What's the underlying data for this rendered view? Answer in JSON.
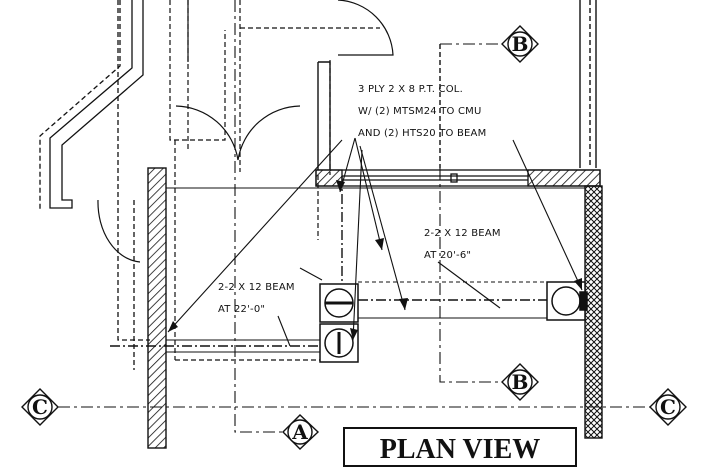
{
  "title": "PLAN VIEW",
  "notes": {
    "column_line1": "3 PLY 2 X 8 P.T. COL.",
    "column_line2": "W/ (2) MTSM24 TO CMU",
    "column_line3": "AND (2) HTS20 TO BEAM",
    "beam_right_line1": "2-2 X 12 BEAM",
    "beam_right_line2": "AT 20'-6\"",
    "beam_left_line1": "2-2 X 12 BEAM",
    "beam_left_line2": "AT 22'-0\""
  },
  "grid_bubbles": {
    "a": "A",
    "b_top": "B",
    "b_bottom": "B",
    "c_left": "C",
    "c_right": "C"
  }
}
